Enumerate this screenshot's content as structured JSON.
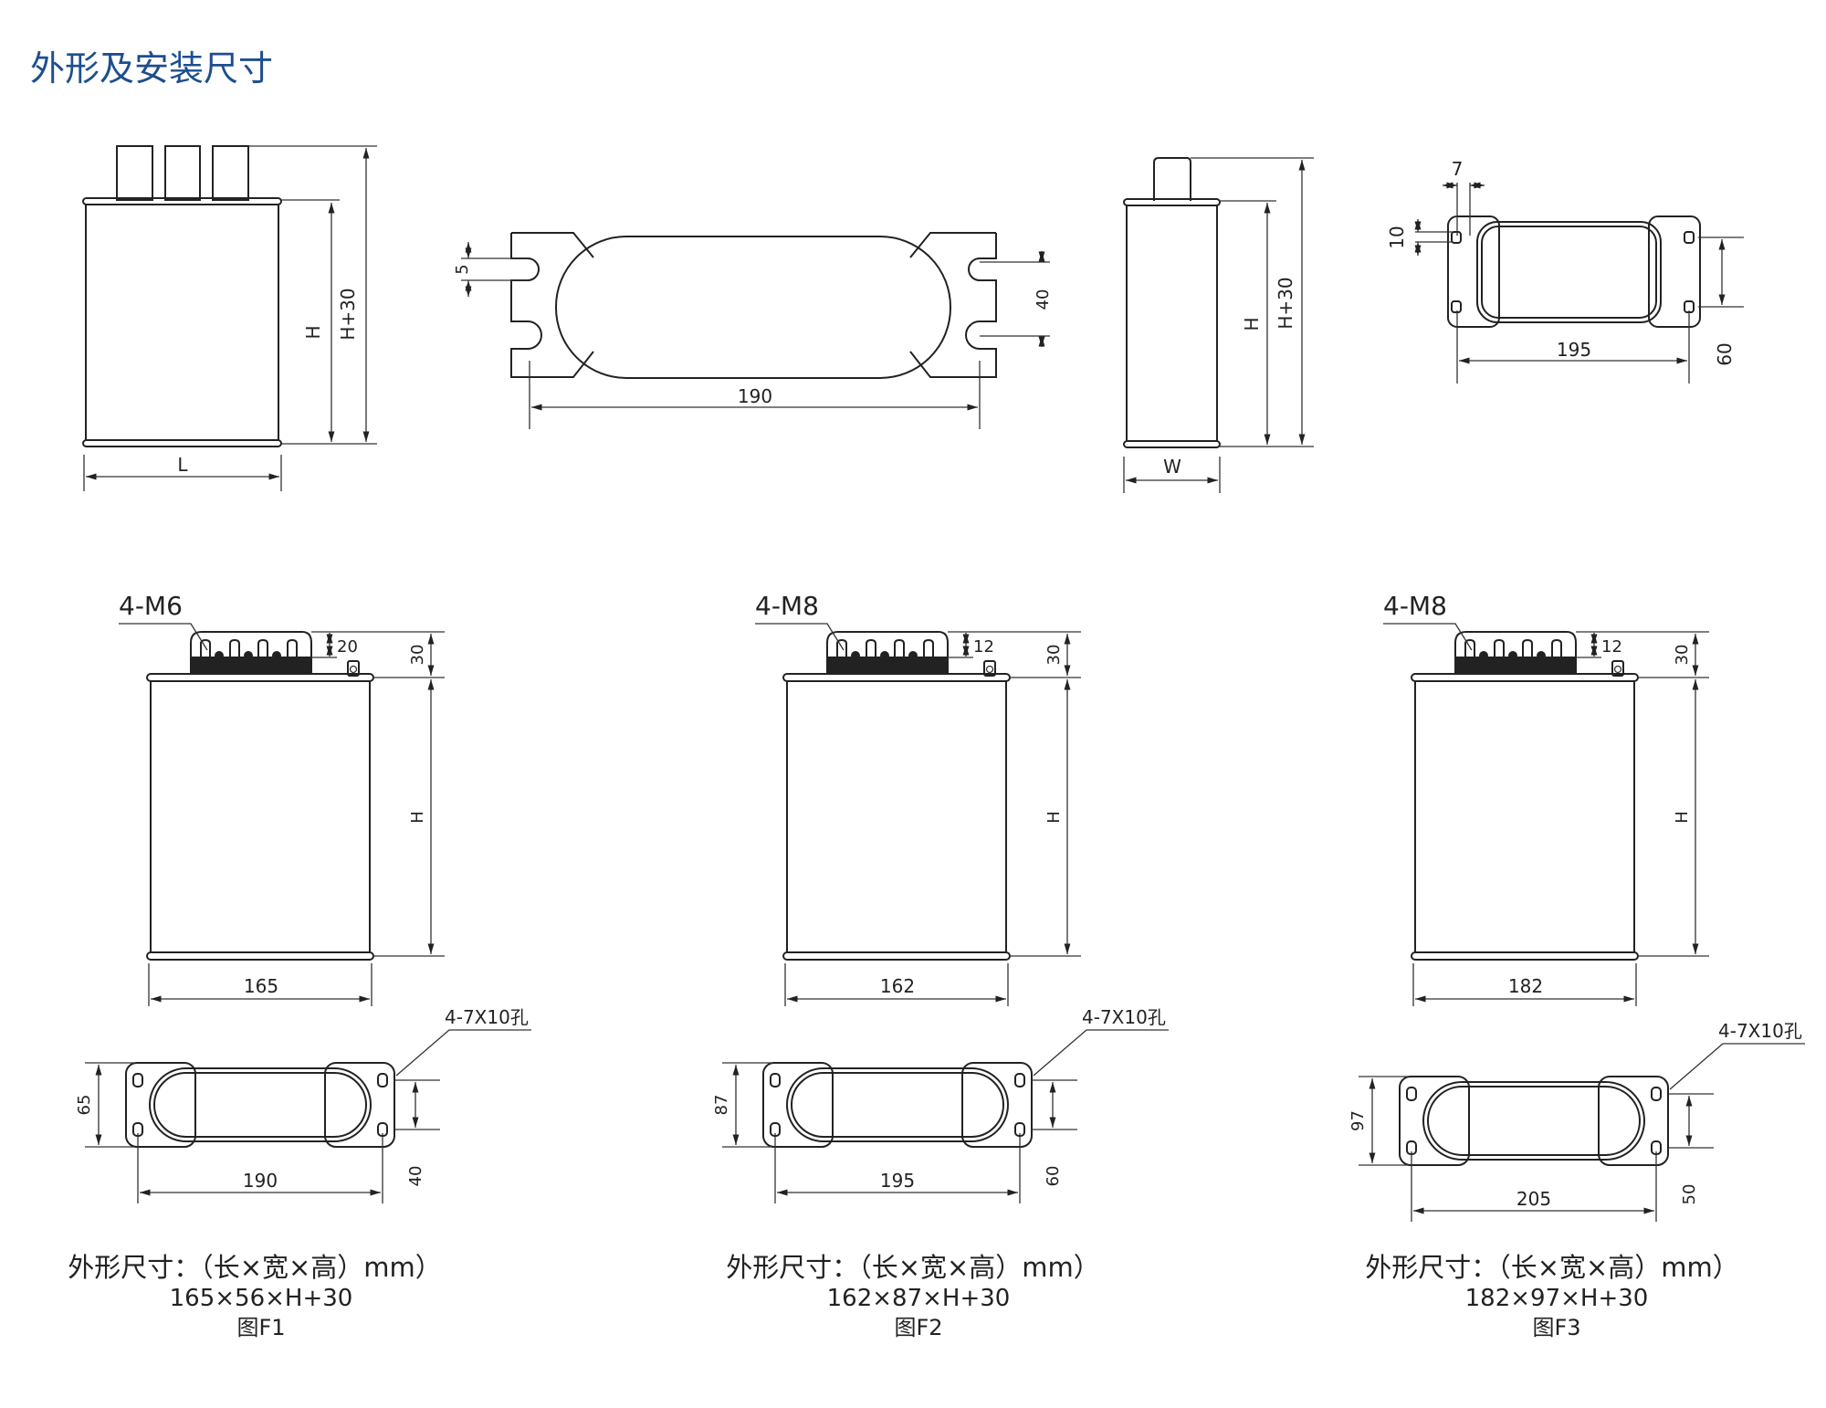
{
  "title": "外形及安装尺寸",
  "colors": {
    "title": "#1d4e8f",
    "line": "#222222"
  },
  "overview": {
    "H": "H",
    "H30": "H+30",
    "L": "L",
    "W": "W",
    "slot": "5",
    "oval_len": "190",
    "slot_span": "40",
    "hole_w": "7",
    "hole_h": "10",
    "pitch": "195",
    "span": "60"
  },
  "figures": [
    {
      "terminal": "4-M6",
      "term_h": "20",
      "top_h": "30",
      "H": "H",
      "length": "165",
      "mount_w": "65",
      "hole_pitch": "190",
      "hole_span": "40",
      "holes": "4-7X10孔",
      "caption": "外形尺寸：（长×宽×高）mm）",
      "dims": "165×56×H+30",
      "label": "图F1"
    },
    {
      "terminal": "4-M8",
      "term_h": "12",
      "top_h": "30",
      "H": "H",
      "length": "162",
      "mount_w": "87",
      "hole_pitch": "195",
      "hole_span": "60",
      "holes": "4-7X10孔",
      "caption": "外形尺寸：（长×宽×高）mm）",
      "dims": "162×87×H+30",
      "label": "图F2"
    },
    {
      "terminal": "4-M8",
      "term_h": "12",
      "top_h": "30",
      "H": "H",
      "length": "182",
      "mount_w": "97",
      "hole_pitch": "205",
      "hole_span": "50",
      "holes": "4-7X10孔",
      "caption": "外形尺寸：（长×宽×高）mm）",
      "dims": "182×97×H+30",
      "label": "图F3"
    }
  ]
}
